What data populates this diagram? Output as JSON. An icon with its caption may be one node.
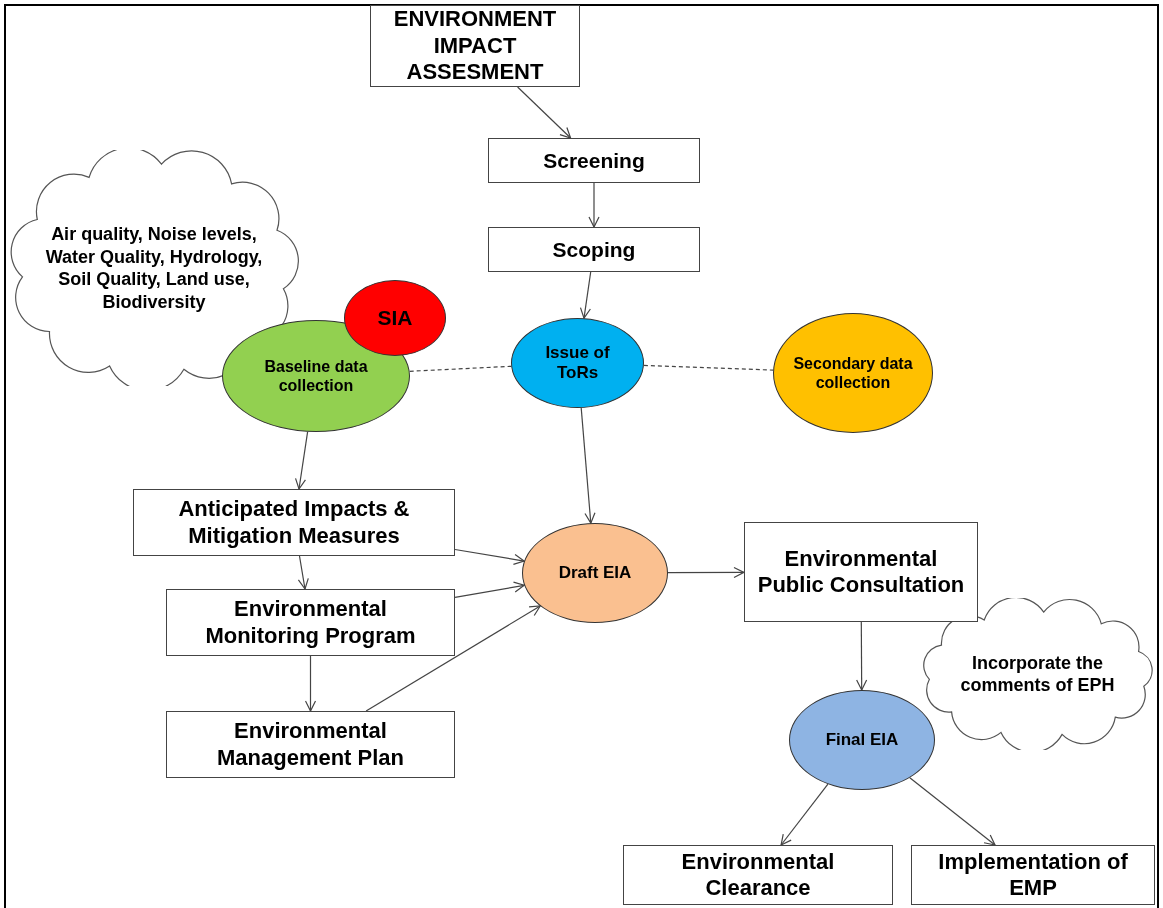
{
  "diagram": {
    "nodes": [
      {
        "text": [
          "ENVIRONMENT IMPACT ASSESMENT"
        ]
      },
      {
        "text": [
          "Screening"
        ]
      },
      {
        "text": [
          "Scoping"
        ]
      },
      {
        "text": [
          "Air quality, Noise levels, Water Quality, Hydrology, Soil Quality, Land use, Biodiversity"
        ]
      },
      {
        "text": [
          "SIA"
        ]
      },
      {
        "text": [
          "Baseline data collection"
        ]
      },
      {
        "text": [
          "Issue of ToRs"
        ]
      },
      {
        "text": [
          "Secondary data collection"
        ]
      },
      {
        "text": [
          "Anticipated Impacts & Mitigation Measures"
        ]
      },
      {
        "text": [
          "Environmental Monitoring Program"
        ]
      },
      {
        "text": [
          "Environmental Management Plan"
        ]
      },
      {
        "text": [
          "Draft EIA"
        ]
      },
      {
        "text": [
          "Environmental Public Consultation"
        ]
      },
      {
        "text": [
          "Incorporate the comments of EPH"
        ]
      },
      {
        "text": [
          "Final EIA"
        ]
      },
      {
        "text": [
          "Environmental Clearance"
        ]
      },
      {
        "text": [
          "Implementation of EMP"
        ]
      }
    ],
    "edges": [
      {
        "from": 0,
        "to": 1,
        "arrow": "to"
      },
      {
        "from": 1,
        "to": 2,
        "arrow": "to"
      },
      {
        "from": 2,
        "to": 6,
        "arrow": "to"
      },
      {
        "from": 5,
        "to": 6,
        "arrow": "none",
        "style": "dashed"
      },
      {
        "from": 6,
        "to": 7,
        "arrow": "none",
        "style": "dashed"
      },
      {
        "from": 6,
        "to": 11,
        "arrow": "to"
      },
      {
        "from": 5,
        "to": 8,
        "arrow": "to"
      },
      {
        "from": 8,
        "to": 9,
        "arrow": "to"
      },
      {
        "from": 9,
        "to": 10,
        "arrow": "to"
      },
      {
        "from": 8,
        "to": 11,
        "arrow": "to"
      },
      {
        "from": 9,
        "to": 11,
        "arrow": "to"
      },
      {
        "from": 10,
        "to": 11,
        "arrow": "to"
      },
      {
        "from": 11,
        "to": 12,
        "arrow": "to"
      },
      {
        "from": 12,
        "to": 14,
        "arrow": "to"
      },
      {
        "from": 14,
        "to": 15,
        "arrow": "to"
      },
      {
        "from": 14,
        "to": 16,
        "arrow": "to"
      }
    ]
  }
}
